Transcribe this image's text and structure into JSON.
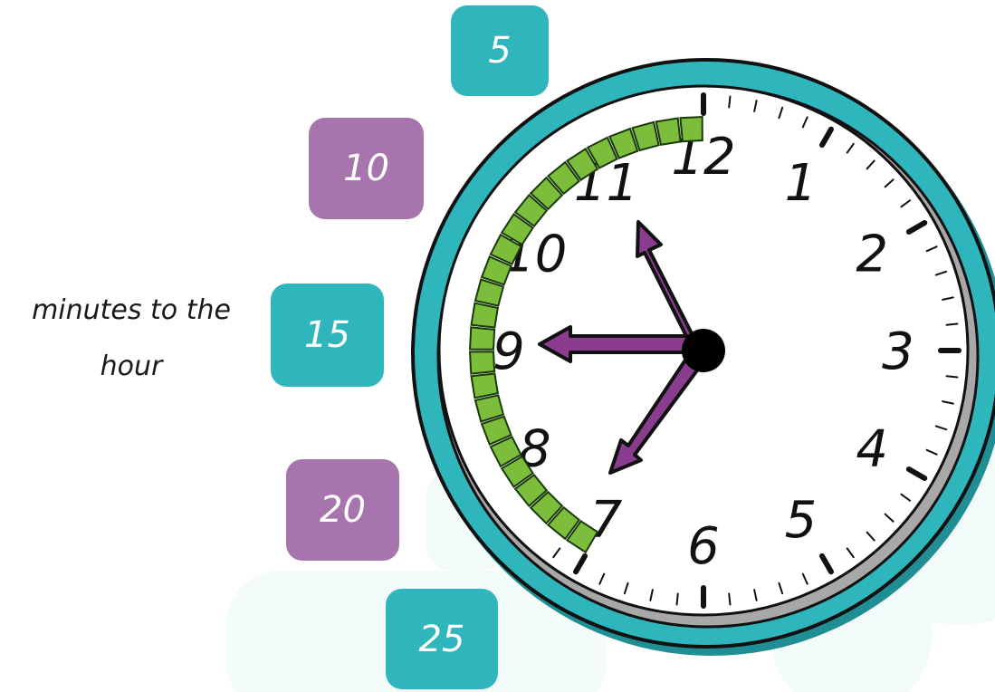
{
  "tiles": [
    {
      "label": "5",
      "color": "teal"
    },
    {
      "label": "10",
      "color": "purple"
    },
    {
      "label": "15",
      "color": "teal"
    },
    {
      "label": "20",
      "color": "purple"
    },
    {
      "label": "25",
      "color": "teal"
    }
  ],
  "caption": {
    "line1": "minutes to the",
    "line2": "hour"
  },
  "clock": {
    "numerals": [
      "12",
      "1",
      "2",
      "3",
      "4",
      "5",
      "6",
      "7",
      "8",
      "9",
      "10",
      "11"
    ],
    "hand_color": "#8a3d8f",
    "rim_color": "#2fb6bd",
    "cube_color": "#7cbd3c"
  }
}
